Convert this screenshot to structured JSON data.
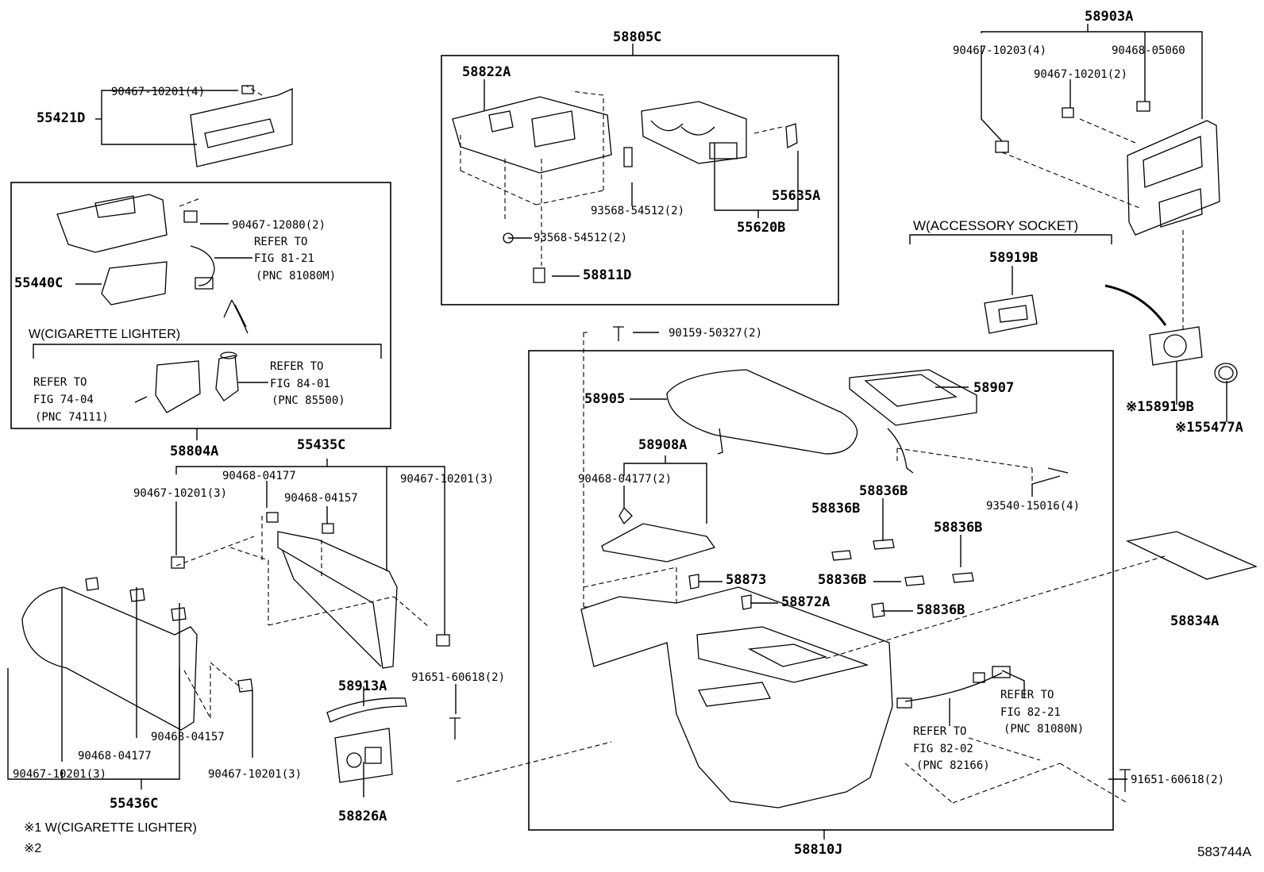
{
  "labels": {
    "p58903A": "58903A",
    "p58805C": "58805C",
    "p90467_10203_4": "90467-10203(4)",
    "p90468_05060": "90468-05060",
    "p90467_10201_2": "90467-10201(2)",
    "p90467_10201_4": "90467-10201(4)",
    "p55421D": "55421D",
    "p58822A": "58822A",
    "p93568_54512_2a": "93568-54512(2)",
    "p93568_54512_2b": "93568-54512(2)",
    "p55635A": "55635A",
    "p55620B": "55620B",
    "p58811D": "58811D",
    "p90467_12080_2": "90467-12080(2)",
    "refer_81_21_a": "REFER TO",
    "refer_81_21_b": "FIG 81-21",
    "refer_81_21_c": "(PNC 81080M)",
    "p55440C": "55440C",
    "w_cig": "W(CIGARETTE LIGHTER)",
    "refer_74_a": "REFER TO",
    "refer_74_b": "FIG 74-04",
    "refer_74_c": "(PNC 74111)",
    "refer_84_a": "REFER TO",
    "refer_84_b": "FIG 84-01",
    "refer_84_c": "(PNC 85500)",
    "w_acc": "W(ACCESSORY SOCKET)",
    "p58919B": "58919B",
    "p90159_50327_2": "90159-50327(2)",
    "p158919B": "※158919B",
    "p155477A": "※155477A",
    "p58905": "58905",
    "p58907": "58907",
    "p58804A": "58804A",
    "p55435C": "55435C",
    "p90468_04177": "90468-04177",
    "p90467_10201_3a": "90467-10201(3)",
    "p90468_04157a": "90468-04157",
    "p90467_10201_3b": "90467-10201(3)",
    "p58908A": "58908A",
    "p90468_04177_2": "90468-04177(2)",
    "p58836B_a": "58836B",
    "p58836B_b": "58836B",
    "p93540_15016_4": "93540-15016(4)",
    "p58836B_c": "58836B",
    "p58873": "58873",
    "p58836B_d": "58836B",
    "p58872A": "58872A",
    "p58836B_e": "58836B",
    "p58834A": "58834A",
    "p91651_60618_2a": "91651-60618(2)",
    "p58913A": "58913A",
    "refer_82_21_a": "REFER TO",
    "refer_82_21_b": "FIG 82-21",
    "refer_82_21_c": "(PNC 81080N)",
    "refer_82_02_a": "REFER TO",
    "refer_82_02_b": "FIG 82-02",
    "refer_82_02_c": "(PNC 82166)",
    "p90468_04157b": "90468-04157",
    "p90468_04177b": "90468-04177",
    "p90467_10201_3c": "90467-10201(3)",
    "p90467_10201_3d": "90467-10201(3)",
    "p91651_60618_2b": "91651-60618(2)",
    "p55436C": "55436C",
    "p58826A": "58826A",
    "note1": "※1 W(CIGARETTE LIGHTER)",
    "note2": "※2",
    "p58810J": "58810J",
    "fig_code": "583744A"
  }
}
